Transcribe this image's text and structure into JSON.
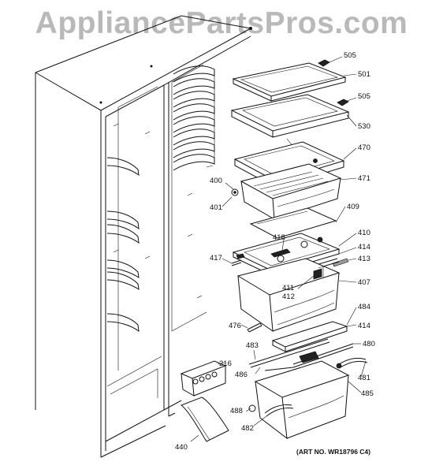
{
  "watermark": "AppliancePartsPros.com",
  "art_number": "(ART NO. WR18796 C4)",
  "part_labels": {
    "p505a": "505",
    "p501": "501",
    "p505b": "505",
    "p530": "530",
    "p470": "470",
    "p400": "400",
    "p471": "471",
    "p401": "401",
    "p409": "409",
    "p410": "410",
    "p418": "418",
    "p414a": "414",
    "p417": "417",
    "p413": "413",
    "p411": "411",
    "p412": "412",
    "p407": "407",
    "p484": "484",
    "p476": "476",
    "p414b": "414",
    "p483": "483",
    "p480": "480",
    "p216": "216",
    "p486": "486",
    "p481": "481",
    "p485": "485",
    "p488": "488",
    "p482": "482",
    "p440": "440"
  }
}
